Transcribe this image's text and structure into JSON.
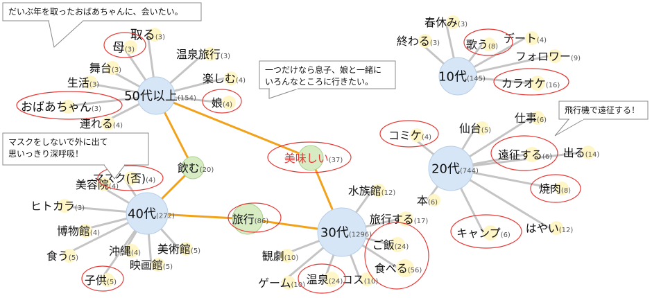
{
  "colors": {
    "hub_fill": "#d6e6f7",
    "hub_stroke": "#b6cde6",
    "word_fill": "#fff6c7",
    "shared_fill": "#d8ecc4",
    "shared_stroke": "#a9cf8c",
    "spoke": "#c4c4c4",
    "link": "#f2a21a",
    "highlight": "#e53935",
    "text": "#111111",
    "count": "#555555",
    "callout_border": "#888888"
  },
  "hubs": [
    {
      "id": "h50",
      "word": "50代以上",
      "count": "(154)"
    },
    {
      "id": "h10",
      "word": "10代",
      "count": "(145)"
    },
    {
      "id": "h40",
      "word": "40代",
      "count": "(272)"
    },
    {
      "id": "h20",
      "word": "20代",
      "count": "(744)"
    },
    {
      "id": "h30",
      "word": "30代",
      "count": "(1296)"
    }
  ],
  "shared_words": [
    {
      "id": "s_drink",
      "word": "飲む",
      "count": "(20)"
    },
    {
      "id": "s_tasty",
      "word": "美味しい",
      "count": "(37)"
    },
    {
      "id": "s_trip",
      "word": "旅行",
      "count": "(86)"
    }
  ],
  "words": [
    {
      "id": "w1",
      "hub": "h50",
      "word": "取る",
      "count": "(3)"
    },
    {
      "id": "w2",
      "hub": "h50",
      "word": "母",
      "count": "(3)"
    },
    {
      "id": "w3",
      "hub": "h50",
      "word": "温泉旅行",
      "count": "(3)"
    },
    {
      "id": "w4",
      "hub": "h50",
      "word": "舞台",
      "count": "(3)"
    },
    {
      "id": "w5",
      "hub": "h50",
      "word": "楽しむ",
      "count": "(4)"
    },
    {
      "id": "w6",
      "hub": "h50",
      "word": "生活",
      "count": "(3)"
    },
    {
      "id": "w7",
      "hub": "h50",
      "word": "娘",
      "count": "(4)"
    },
    {
      "id": "w8",
      "hub": "h50",
      "word": "おばあちゃん",
      "count": "(3)"
    },
    {
      "id": "w9",
      "hub": "h50",
      "word": "連れる",
      "count": "(4)"
    },
    {
      "id": "w10",
      "hub": "h10",
      "word": "春休み",
      "count": "(3)"
    },
    {
      "id": "w11",
      "hub": "h10",
      "word": "終わる",
      "count": "(3)"
    },
    {
      "id": "w12",
      "hub": "h10",
      "word": "歌う",
      "count": "(8)"
    },
    {
      "id": "w13",
      "hub": "h10",
      "word": "デート",
      "count": "(4)"
    },
    {
      "id": "w14",
      "hub": "h10",
      "word": "フォロワー",
      "count": "(9)"
    },
    {
      "id": "w15",
      "hub": "h10",
      "word": "カラオケ",
      "count": "(16)"
    },
    {
      "id": "w16",
      "hub": "h40",
      "word": "マスク(否)",
      "count": "(4)"
    },
    {
      "id": "w17",
      "hub": "h40",
      "word": "美容院",
      "count": "(4)"
    },
    {
      "id": "w18",
      "hub": "h40",
      "word": "ヒトカラ",
      "count": "(3)"
    },
    {
      "id": "w19",
      "hub": "h40",
      "word": "博物館",
      "count": "(4)"
    },
    {
      "id": "w20",
      "hub": "h40",
      "word": "食う",
      "count": "(5)"
    },
    {
      "id": "w21",
      "hub": "h40",
      "word": "沖縄",
      "count": "(4)"
    },
    {
      "id": "w22",
      "hub": "h40",
      "word": "美術館",
      "count": "(5)"
    },
    {
      "id": "w23",
      "hub": "h40",
      "word": "映画館",
      "count": "(5)"
    },
    {
      "id": "w24",
      "hub": "h40",
      "word": "子供",
      "count": "(5)"
    },
    {
      "id": "w25",
      "hub": "h20",
      "word": "コミケ",
      "count": "(4)"
    },
    {
      "id": "w26",
      "hub": "h20",
      "word": "仙台",
      "count": "(5)"
    },
    {
      "id": "w27",
      "hub": "h20",
      "word": "仕事",
      "count": "(6)"
    },
    {
      "id": "w28",
      "hub": "h20",
      "word": "遠征する",
      "count": "(6)"
    },
    {
      "id": "w29",
      "hub": "h20",
      "word": "出る",
      "count": "(14)"
    },
    {
      "id": "w30",
      "hub": "h20",
      "word": "本",
      "count": "(6)"
    },
    {
      "id": "w31",
      "hub": "h20",
      "word": "焼肉",
      "count": "(8)"
    },
    {
      "id": "w32",
      "hub": "h20",
      "word": "キャンプ",
      "count": "(6)"
    },
    {
      "id": "w33",
      "hub": "h20",
      "word": "はやい",
      "count": "(12)"
    },
    {
      "id": "w34",
      "hub": "h30",
      "word": "水族館",
      "count": "(12)"
    },
    {
      "id": "w35",
      "hub": "h30",
      "word": "旅行する",
      "count": "(17)"
    },
    {
      "id": "w36",
      "hub": "h30",
      "word": "ご飯",
      "count": "(24)"
    },
    {
      "id": "w37",
      "hub": "h30",
      "word": "観劇",
      "count": "(10)"
    },
    {
      "id": "w38",
      "hub": "h30",
      "word": "食べる",
      "count": "(56)"
    },
    {
      "id": "w39",
      "hub": "h30",
      "word": "ゲーム",
      "count": "(10)"
    },
    {
      "id": "w40",
      "hub": "h30",
      "word": "温泉",
      "count": "(24)"
    },
    {
      "id": "w41",
      "hub": "h30",
      "word": "コス",
      "count": "(10)"
    }
  ],
  "links": [
    [
      "h50",
      "s_drink"
    ],
    [
      "h50",
      "s_tasty"
    ],
    [
      "s_tasty",
      "h30"
    ],
    [
      "h40",
      "s_drink"
    ],
    [
      "h40",
      "s_trip"
    ],
    [
      "s_trip",
      "h30"
    ]
  ],
  "callouts": [
    {
      "id": "c1",
      "lines": [
        "だいぶ年を取ったおばあちゃんに、会いたい。"
      ]
    },
    {
      "id": "c2",
      "lines": [
        "一つだけなら息子、娘と一緒に",
        "いろんなところに行きたい。"
      ]
    },
    {
      "id": "c3",
      "lines": [
        "マスクをしないで外に出て",
        "思いっきり深呼吸！"
      ]
    },
    {
      "id": "c4",
      "lines": [
        "飛行機で遠征する！"
      ]
    }
  ]
}
